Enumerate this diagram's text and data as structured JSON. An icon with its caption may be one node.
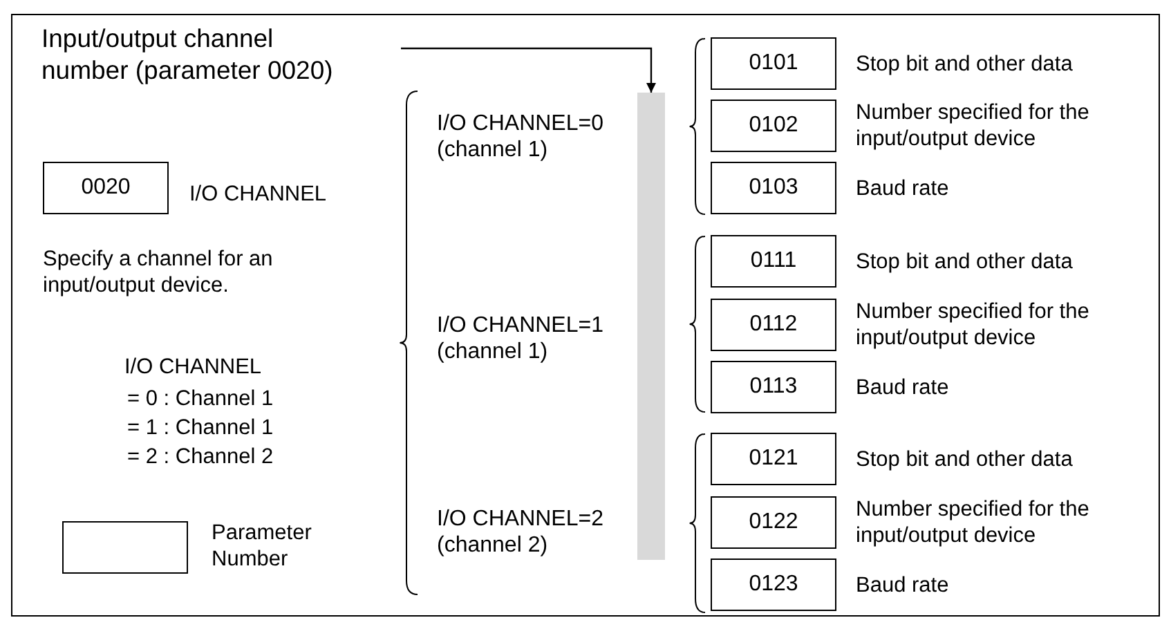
{
  "diagram": {
    "nodes": [
      {
        "text": [
          "Input/output channel number (parameter 0020)"
        ]
      },
      {
        "text": [],
        "shape": "bar"
      },
      {
        "text": [
          "0020"
        ],
        "beside": [
          "I/O CHANNEL"
        ]
      },
      {
        "text": [],
        "shape": "box",
        "beside": [
          "Parameter Number"
        ]
      },
      {
        "text": [
          "0101"
        ],
        "beside": [
          "Stop bit and other data"
        ]
      },
      {
        "text": [
          "0102"
        ],
        "beside": [
          "Number specified for the input/output device"
        ]
      },
      {
        "text": [
          "0103"
        ],
        "beside": [
          "Baud rate"
        ]
      },
      {
        "text": [
          "0111"
        ],
        "beside": [
          "Stop bit and other data"
        ]
      },
      {
        "text": [
          "0112"
        ],
        "beside": [
          "Number specified for the input/output device"
        ]
      },
      {
        "text": [
          "0113"
        ],
        "beside": [
          "Baud rate"
        ]
      },
      {
        "text": [
          "0121"
        ],
        "beside": [
          "Stop bit and other data"
        ]
      },
      {
        "text": [
          "0122"
        ],
        "beside": [
          "Number specified for the input/output device"
        ]
      },
      {
        "text": [
          "0123"
        ],
        "beside": [
          "Baud rate"
        ]
      }
    ],
    "edges": [
      {
        "from": 0,
        "to": 1,
        "arrow": "to"
      }
    ],
    "labels": [
      "Specify a channel for an input/output device.",
      "I/O CHANNEL",
      "= 0 : Channel 1",
      "= 1 : Channel 1",
      "= 2 : Channel 2",
      "I/O CHANNEL=0 (channel 1)",
      "I/O CHANNEL=1 (channel 1)",
      "I/O CHANNEL=2 (channel 2)"
    ]
  }
}
